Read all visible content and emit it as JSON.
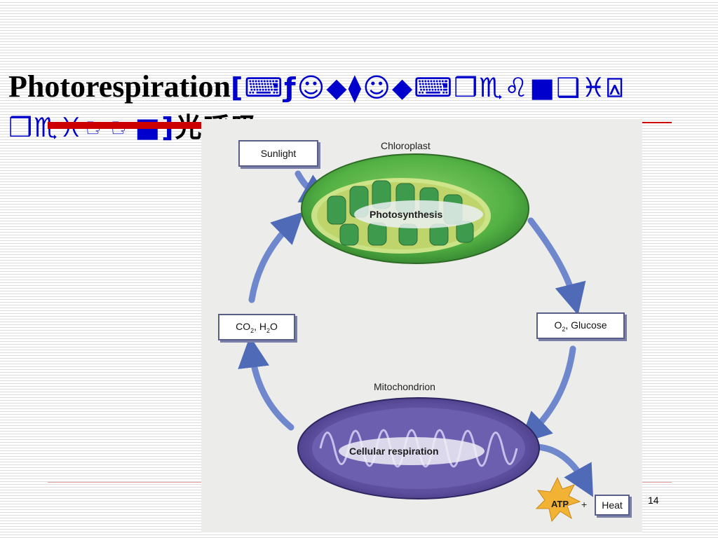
{
  "slide": {
    "title": {
      "main": "Photorespiration",
      "symbols_line1": "[⌨ƒ☺◆⧫☺◆⌨❒♏♌■❑♓⍓",
      "symbols_line2": "❒♏♓☞☞■]",
      "cjk": "光呼吸"
    },
    "slide_number": "14"
  },
  "diagram": {
    "boxes": {
      "sunlight": "Sunlight",
      "co2_h2o_left": "CO",
      "co2_sub": "2",
      "co2_h2o_mid": ", H",
      "h2o_sub": "2",
      "co2_h2o_right": "O",
      "o2_glucose_left": "O",
      "o2_sub": "2",
      "o2_glucose_right": ", Glucose",
      "heat": "Heat",
      "atp": "ATP",
      "plus": "+"
    },
    "organelles": {
      "chloroplast": "Chloroplast",
      "mitochondrion": "Mitochondrion"
    },
    "processes": {
      "photosynthesis": "Photosynthesis",
      "cellular_respiration": "Cellular respiration"
    },
    "colors": {
      "arrow": "#4f6bb8",
      "chloroplast": "#4caf3d",
      "mitochondrion": "#6a5ba8",
      "atp_star": "#f2b233"
    }
  }
}
